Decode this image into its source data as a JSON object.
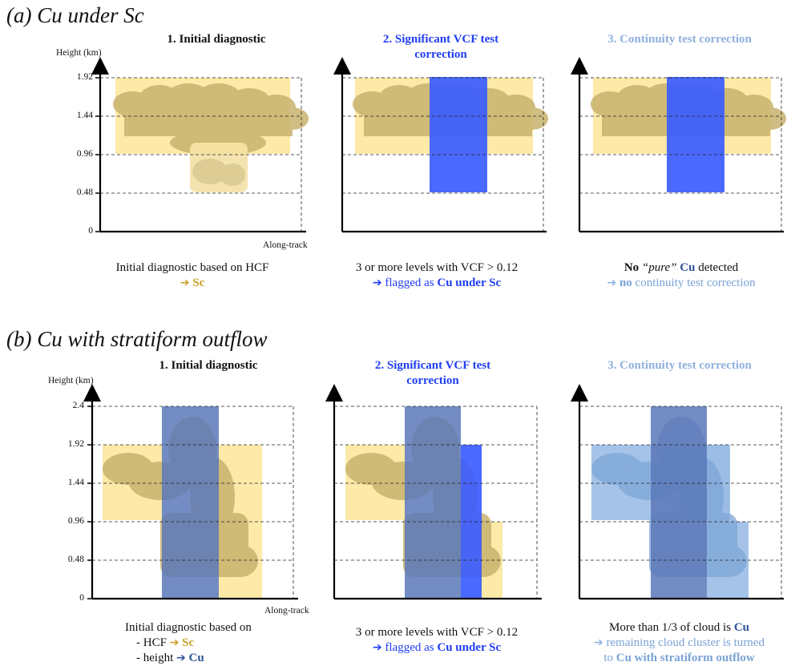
{
  "section_a": {
    "heading": "(a) Cu under Sc",
    "y_axis_label": "Height (km)",
    "x_axis_label": "Along-track",
    "y_ticks": [
      "1.92",
      "1.44",
      "0.96",
      "0.48",
      "0"
    ],
    "panel1": {
      "title": "1. Initial diagnostic",
      "caption_line1": "Initial diagnostic based on HCF",
      "result": "Sc"
    },
    "panel2": {
      "title_line1": "2. Significant VCF test",
      "title_line2": "correction",
      "caption_line1": "3 or more levels with VCF > 0.12",
      "caption_pre": "flagged as",
      "caption_bold": "Cu under Sc"
    },
    "panel3": {
      "title": "3. Continuity test correction",
      "caption_no": "No",
      "caption_pure": "“pure”",
      "caption_cu": "Cu",
      "caption_detected": "detected",
      "caption2_bold": "no",
      "caption2_rest": "continuity test correction"
    }
  },
  "section_b": {
    "heading": "(b) Cu with stratiform outflow",
    "y_axis_label": "Height (km)",
    "x_axis_label": "Along-track",
    "y_ticks": [
      "2.4",
      "1.92",
      "1.44",
      "0.96",
      "0.48",
      "0"
    ],
    "panel1": {
      "title": "1. Initial diagnostic",
      "caption_line1": "Initial diagnostic based on",
      "item1_prefix": "-   HCF",
      "item1_result": "Sc",
      "item2_prefix": "-   height",
      "item2_result": "Cu"
    },
    "panel2": {
      "title_line1": "2. Significant VCF test",
      "title_line2": "correction",
      "caption_line1": "3 or more levels with VCF > 0.12",
      "caption_pre": "flagged as",
      "caption_bold": "Cu under Sc"
    },
    "panel3": {
      "title": "3. Continuity test correction",
      "caption1_pre": "More than 1/3 of cloud is",
      "caption1_bold": "Cu",
      "caption2": "remaining cloud cluster is turned",
      "caption3_pre": "to",
      "caption3_bold": "Cu with stratiform outflow"
    }
  },
  "colors": {
    "sc_fill": "#fde9a8",
    "vcf_blue": "#3b5cff",
    "cu_dark_blue": "#5a78b8",
    "continuity_light_blue": "#9bbde6",
    "cloud_tan": "#c8b26e",
    "sc_text": "#c9a227",
    "vcf_text": "#1f3df2",
    "continuity_text": "#8fb0de"
  },
  "icons": [
    "right-arrow-icon",
    "cloud-icon"
  ]
}
